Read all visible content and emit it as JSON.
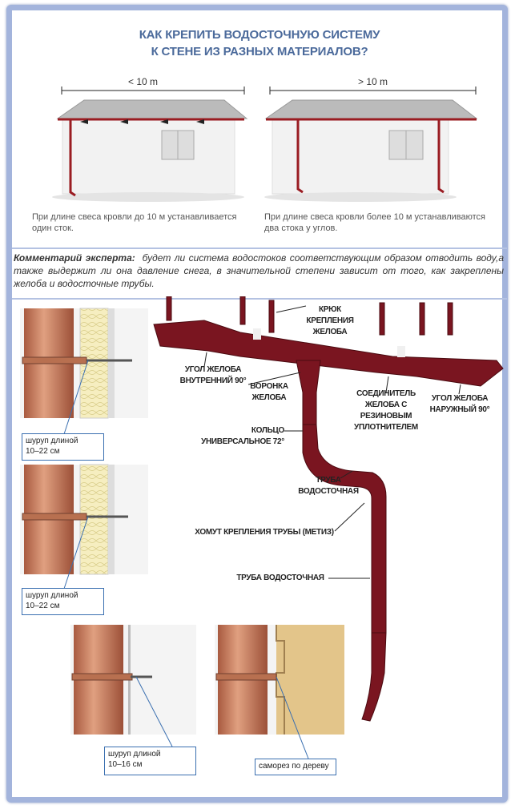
{
  "title": {
    "line1": "КАК КРЕПИТЬ ВОДОСТОЧНУЮ СИСТЕМУ",
    "line2": "К СТЕНЕ ИЗ РАЗНЫХ МАТЕРИАЛОВ?"
  },
  "houses": [
    {
      "dimension": "< 10 m",
      "caption1": "При длине свеса кровли до 10 м устанавливается",
      "caption2": "один сток."
    },
    {
      "dimension": "> 10 m",
      "caption1": "При длине свеса кровли более 10 м устанавливаются",
      "caption2": "два стока у углов."
    }
  ],
  "comment": {
    "label": "Комментарий эксперта:",
    "text": "будет ли система водостоков соответствующим образом отводить воду,а также выдержит ли она давление снега, в значительной степени зависит от того, как закреплены желоба и водосточные трубы."
  },
  "fixings": [
    {
      "line1": "шуруп длиной",
      "line2": "10–22 см"
    },
    {
      "line1": "шуруп длиной",
      "line2": "10–22 см"
    },
    {
      "line1": "шуруп длиной",
      "line2": "10–16 см"
    },
    {
      "line1": "саморез по дереву"
    }
  ],
  "parts": {
    "hook": [
      "КРЮК",
      "КРЕПЛЕНИЯ",
      "ЖЕЛОБА"
    ],
    "inner_corner": [
      "УГОЛ ЖЕЛОБА",
      "ВНУТРЕННИЙ 90°"
    ],
    "funnel": [
      "ВОРОНКА",
      "ЖЕЛОБА"
    ],
    "connector": [
      "СОЕДИНИТЕЛЬ",
      "ЖЕЛОБА С",
      "РЕЗИНОВЫМ",
      "УПЛОТНИТЕЛЕМ"
    ],
    "outer_corner": [
      "УГОЛ ЖЕЛОБА",
      "НАРУЖНЫЙ 90°"
    ],
    "ring": [
      "КОЛЬЦО",
      "УНИВЕРСАЛЬНОЕ 72°"
    ],
    "pipe1": [
      "ТРУБА",
      "ВОДОСТОЧНАЯ"
    ],
    "clamp": "ХОМУТ КРЕПЛЕНИЯ ТРУБЫ (МЕТИЗ)",
    "pipe2": "ТРУБА ВОДОСТОЧНАЯ"
  },
  "colors": {
    "frame": "#a3b4dc",
    "title": "#4b6a9b",
    "gutter": "#7a1520",
    "pipe_copper": "#c8775a"
  }
}
